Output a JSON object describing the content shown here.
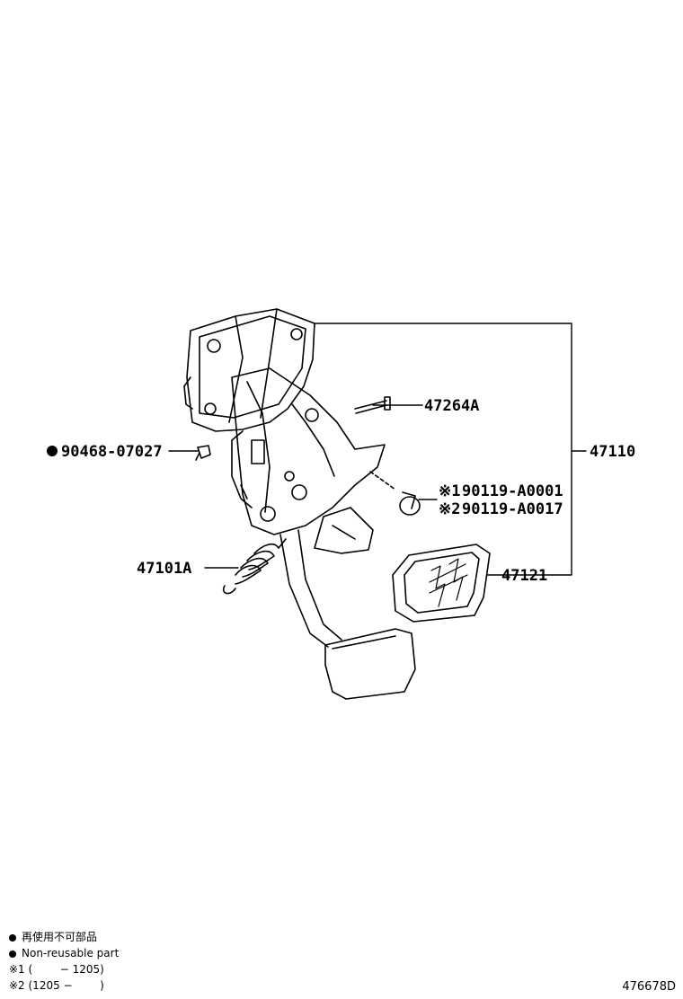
{
  "parts": {
    "bolt_pin": "47264A",
    "pedal_assy": "47110",
    "clip": "90468-07027",
    "screw_1_mark": "※1",
    "screw_1": "90119-A0001",
    "screw_2_mark": "※2",
    "screw_2": "90119-A0017",
    "spring": "47101A",
    "pad": "47121"
  },
  "legend": {
    "non_reusable_jp": "再使用不可部品",
    "non_reusable_en": "Non-reusable part",
    "note1": "※1 (        − 1205)",
    "note2": "※2 (1205 −        )"
  },
  "diagram_id": "476678D"
}
